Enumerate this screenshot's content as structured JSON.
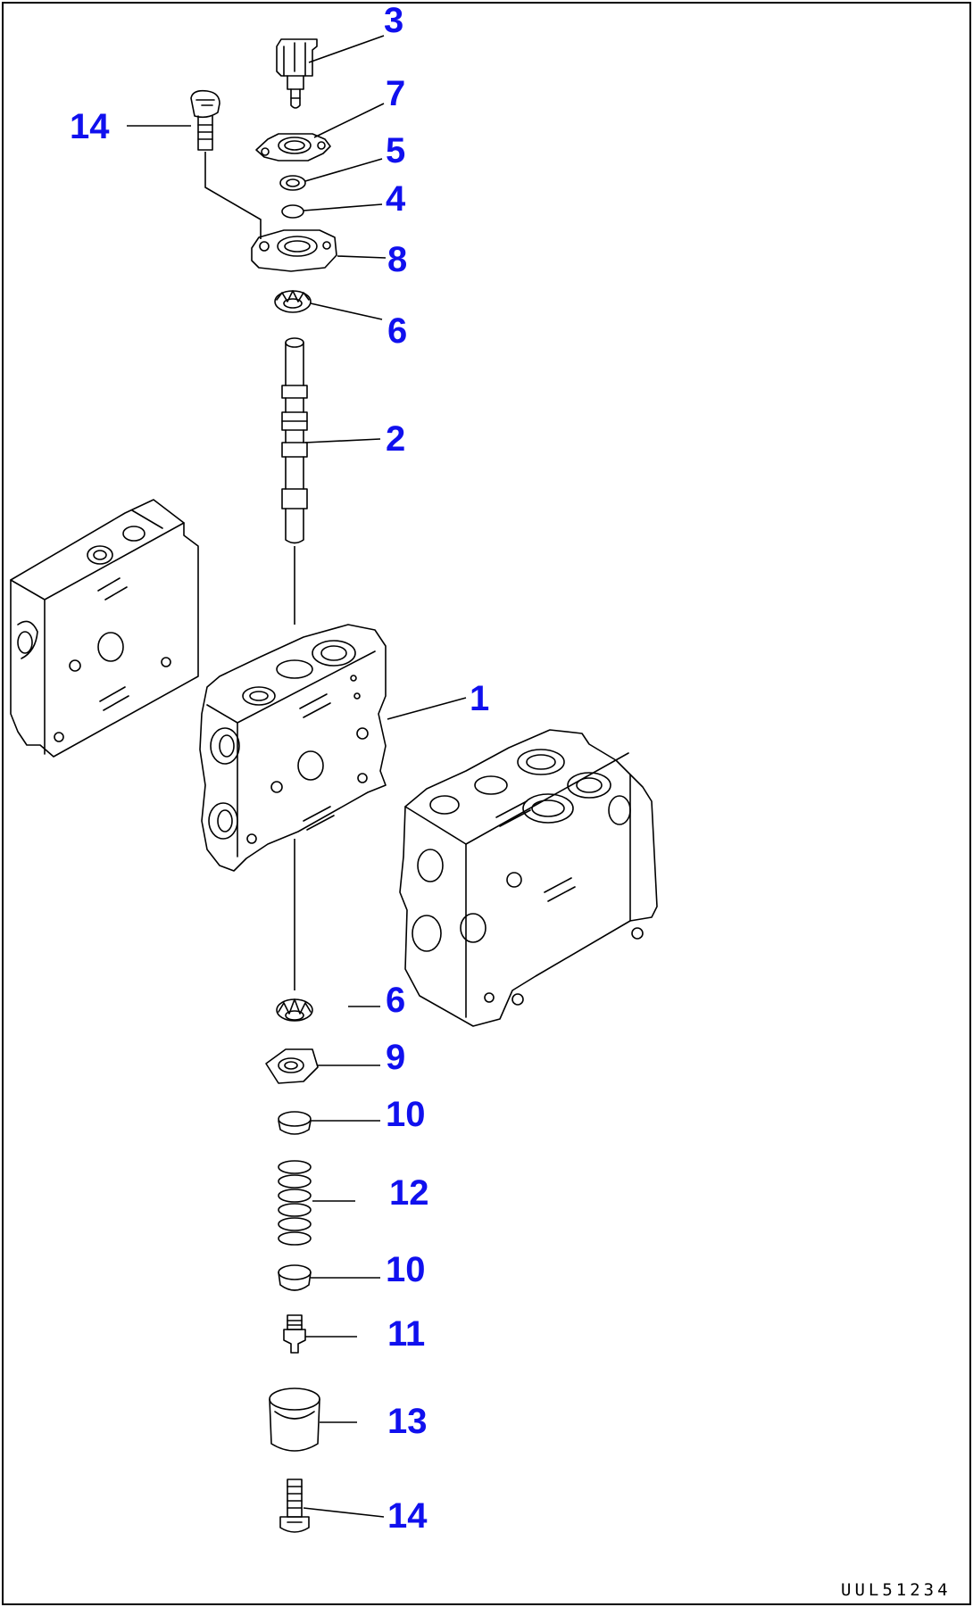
{
  "drawing_code": "UUL51234",
  "callouts": [
    {
      "id": "p3",
      "label": "3"
    },
    {
      "id": "p7",
      "label": "7"
    },
    {
      "id": "p14a",
      "label": "14"
    },
    {
      "id": "p5",
      "label": "5"
    },
    {
      "id": "p4",
      "label": "4"
    },
    {
      "id": "p8",
      "label": "8"
    },
    {
      "id": "p6a",
      "label": "6"
    },
    {
      "id": "p2",
      "label": "2"
    },
    {
      "id": "p1",
      "label": "1"
    },
    {
      "id": "p6b",
      "label": "6"
    },
    {
      "id": "p9",
      "label": "9"
    },
    {
      "id": "p10a",
      "label": "10"
    },
    {
      "id": "p12",
      "label": "12"
    },
    {
      "id": "p10b",
      "label": "10"
    },
    {
      "id": "p11",
      "label": "11"
    },
    {
      "id": "p13",
      "label": "13"
    },
    {
      "id": "p14b",
      "label": "14"
    }
  ],
  "colors": {
    "callout": "#1010ee",
    "line": "#000000",
    "frame": "#000000"
  }
}
